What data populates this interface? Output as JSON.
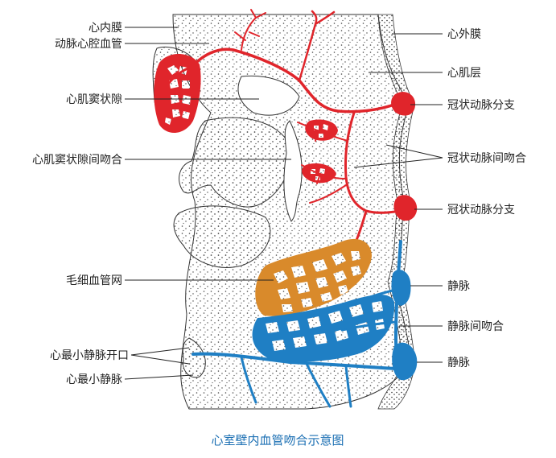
{
  "caption": "心室壁内血管吻合示意图",
  "colors": {
    "artery": "#e0252b",
    "vein": "#1f7fc4",
    "capillary": "#d98a2b",
    "tissue_dot": "#444444",
    "caption": "#1b6fb3"
  },
  "labels_left": {
    "endocardium": "心内膜",
    "arterioluminal": "动脉心腔血管",
    "sinusoid": "心肌窦状隙",
    "sinusoid_anastomosis": "心肌窦状隙间吻合",
    "capillary_net": "毛细血管网",
    "thebesian_opening": "心最小静脉开口",
    "thebesian_vein": "心最小静脉"
  },
  "labels_right": {
    "epicardium": "心外膜",
    "myocardium": "心肌层",
    "coronary_branch_1": "冠状动脉分支",
    "coronary_anastomosis": "冠状动脉间吻合",
    "coronary_branch_2": "冠状动脉分支",
    "vein_1": "静脉",
    "vein_anastomosis": "静脉间吻合",
    "vein_2": "静脉"
  }
}
